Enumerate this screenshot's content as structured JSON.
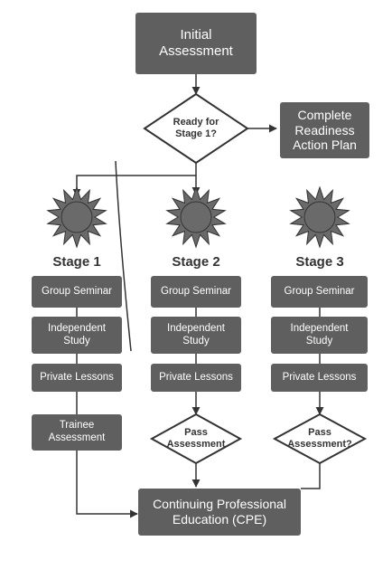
{
  "start": {
    "label": "Initial Assessment"
  },
  "decision": {
    "label": "Ready for Stage 1?"
  },
  "action_plan": {
    "label": "Complete Readiness Action Plan"
  },
  "stages": [
    {
      "title": "Stage 1",
      "steps": [
        "Group Seminar",
        "Independent Study",
        "Private Lessons"
      ],
      "final": "Trainee Assessment"
    },
    {
      "title": "Stage 2",
      "steps": [
        "Group Seminar",
        "Independent Study",
        "Private Lessons"
      ],
      "final": "Pass Assessment"
    },
    {
      "title": "Stage 3",
      "steps": [
        "Group Seminar",
        "Independent Study",
        "Private Lessons"
      ],
      "final": "Pass Assessment?"
    }
  ],
  "end": {
    "label": "Continuing Professional Education (CPE)"
  },
  "colors": {
    "box_fill": "#5f5f5f",
    "box_text": "#ffffff",
    "line": "#333333",
    "sun_fill": "#6a6a6a",
    "decision_fill": "#ffffff"
  }
}
